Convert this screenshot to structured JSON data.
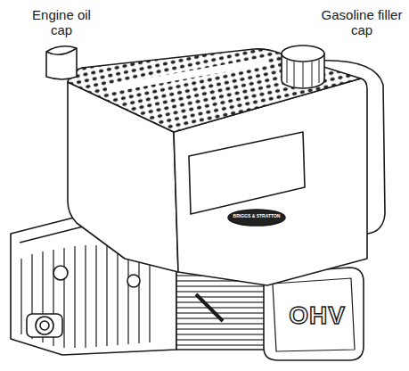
{
  "diagram": {
    "labels": [
      "Engine oil cap",
      "Gasoline filler cap",
      "BRIGGS & STRATTON",
      "OHV"
    ]
  }
}
